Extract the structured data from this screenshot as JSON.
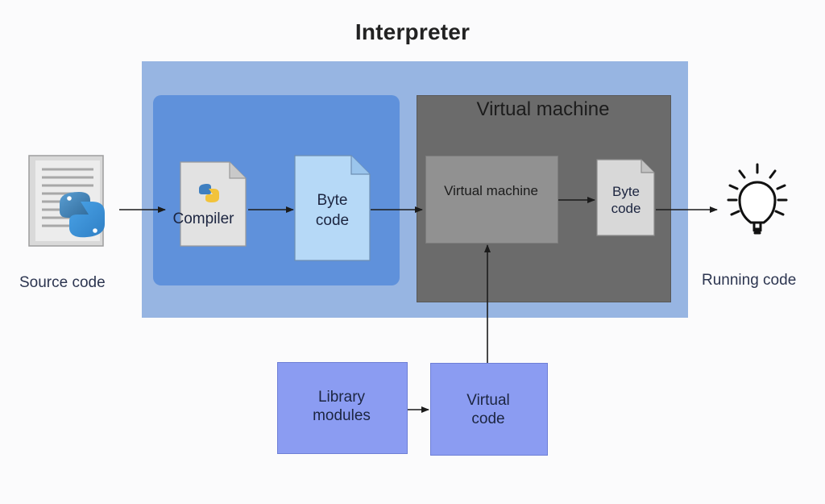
{
  "diagram": {
    "title": "Interpreter",
    "source_label": "Source code",
    "compiler_label": "Compiler",
    "bytecode_label": "Byte code",
    "vm_outer_label": "Virtual machine",
    "vm_inner_label": "Virtual machine",
    "vm_bytecode_label": "Byte code",
    "running_label": "Running code",
    "library_label": "Library modules",
    "virtual_code_label": "Virtual code"
  },
  "icons": {
    "source": "python-file-icon",
    "compiler": "python-logo-icon",
    "running": "lightbulb-icon"
  },
  "colors": {
    "interpreter_bg": "#97b5e2",
    "compile_bg": "#5f91db",
    "vm_bg": "#6b6b6b",
    "module_bg": "#8b9cf2"
  }
}
